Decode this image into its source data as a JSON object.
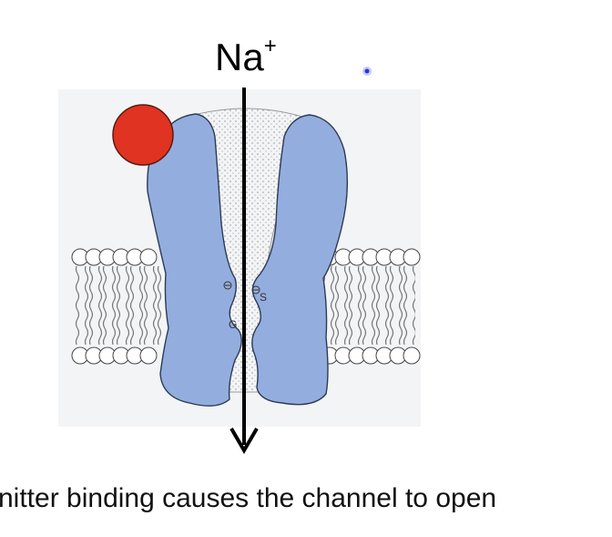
{
  "diagram": {
    "ion_label": {
      "symbol": "Na",
      "charge": "+"
    },
    "caption": "nitter binding causes the channel to open",
    "residue_labels": {
      "s": "S",
      "g": "G"
    },
    "colors": {
      "channel_protein": "#93aede",
      "neurotransmitter": "#e03322",
      "arrow": "#000000",
      "membrane_lipid": "#ffffff",
      "pore_stipple": "#666666",
      "cursor_marker": "#2b36d9"
    },
    "icons": {
      "neurotransmitter": "red-circle-ligand",
      "arrow": "down-arrow",
      "cursor": "blue-dot-cursor"
    }
  }
}
